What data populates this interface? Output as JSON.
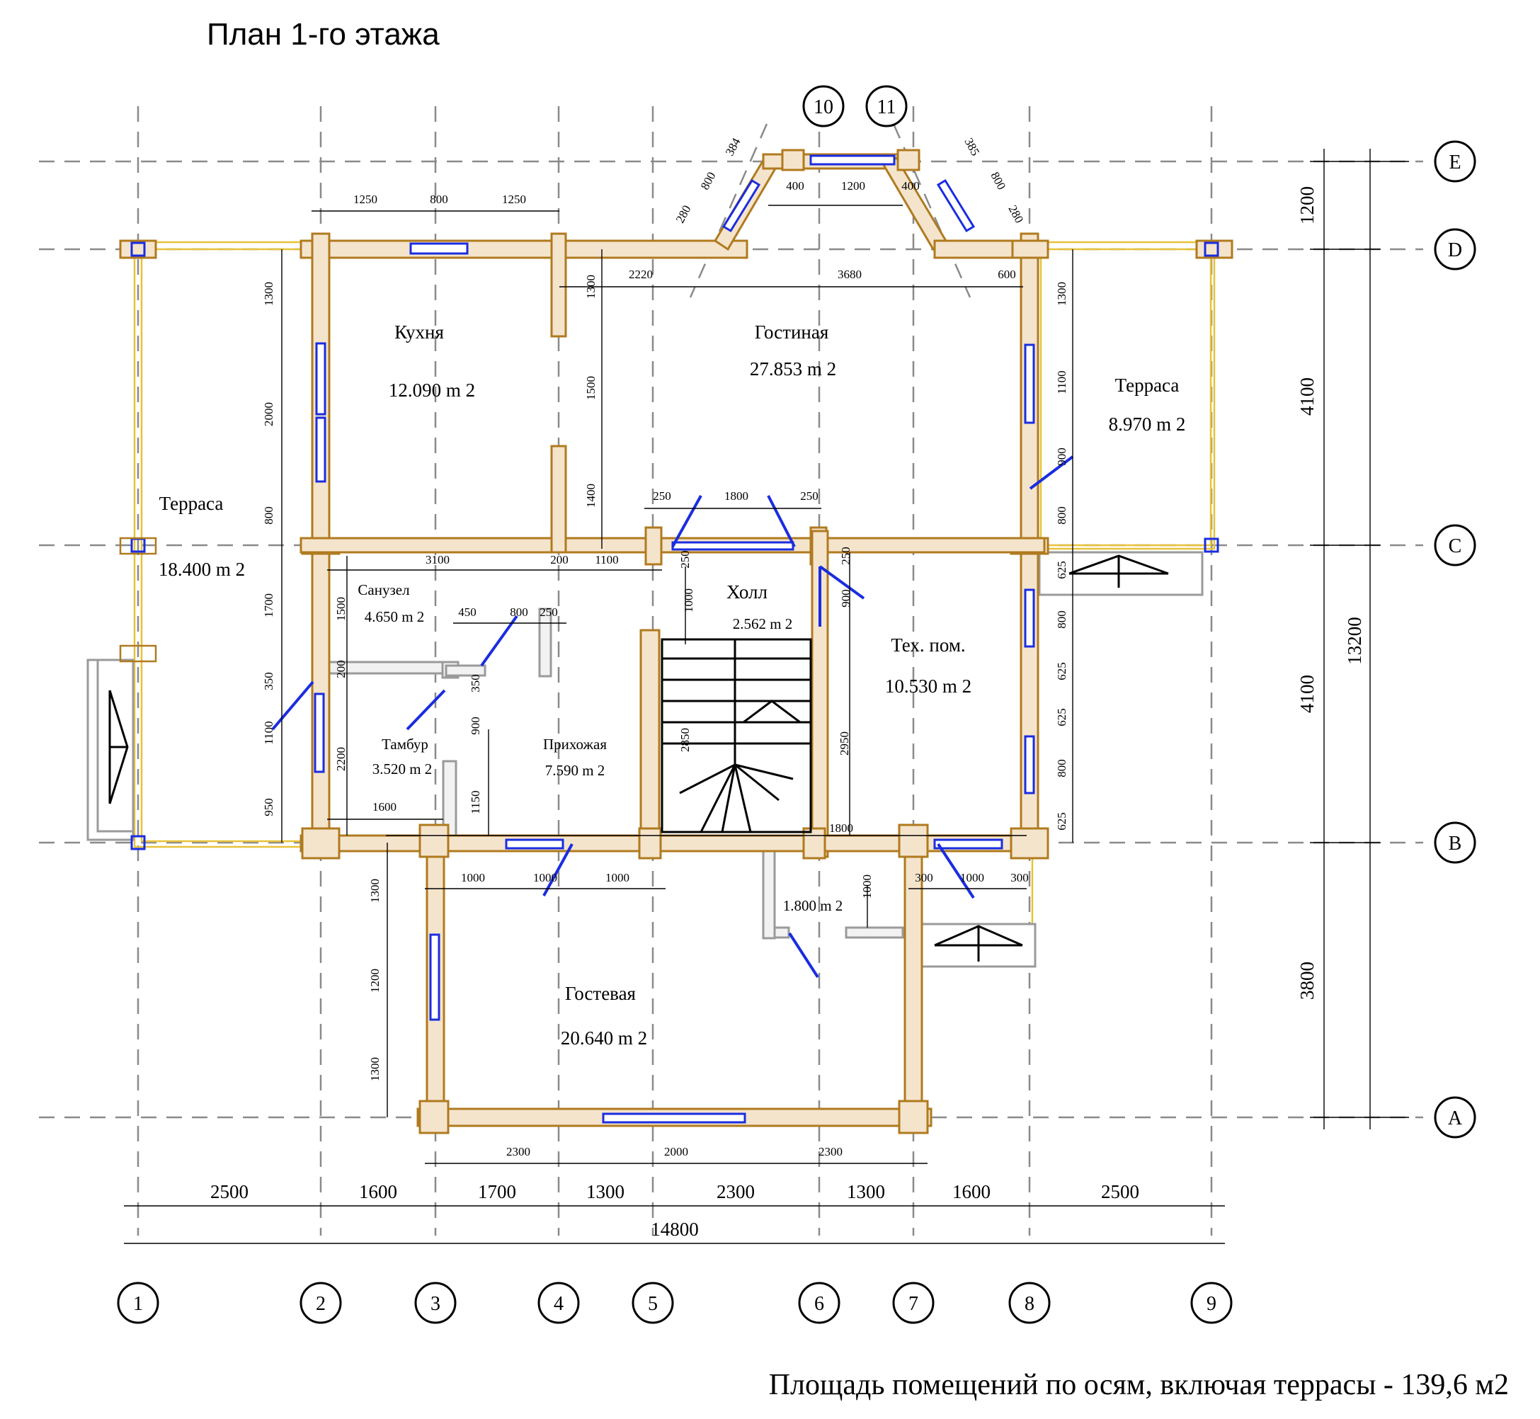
{
  "title": "План 1-го этажа",
  "footer": "Площадь помещений по осям, включая террасы - 139,6 м2",
  "axes": {
    "numbers": [
      "1",
      "2",
      "3",
      "4",
      "5",
      "6",
      "7",
      "8",
      "9",
      "10",
      "11"
    ],
    "letters": [
      "A",
      "B",
      "C",
      "D",
      "E"
    ]
  },
  "rooms": {
    "kitchen": {
      "name": "Кухня",
      "area": "12.090 m 2"
    },
    "living": {
      "name": "Гостиная",
      "area": "27.853 m 2"
    },
    "terrace_left": {
      "name": "Терраса",
      "area": "18.400 m 2"
    },
    "terrace_right": {
      "name": "Терраса",
      "area": "8.970 m 2"
    },
    "bathroom": {
      "name": "Санузел",
      "area": "4.650 m 2"
    },
    "hall": {
      "name": "Холл",
      "area": "2.562 m 2"
    },
    "tech": {
      "name": "Тех. пом.",
      "area": "10.530 m 2"
    },
    "vestibule": {
      "name": "Тамбур",
      "area": "3.520 m 2"
    },
    "entry": {
      "name": "Прихожая",
      "area": "7.590 m 2"
    },
    "closet": {
      "area": "1.800 m 2"
    },
    "guest": {
      "name": "Гостевая",
      "area": "20.640 m 2"
    }
  },
  "dimensions": {
    "bottom_row": [
      "2500",
      "1600",
      "1700",
      "1300",
      "2300",
      "1300",
      "1600",
      "2500"
    ],
    "bottom_total": "14800",
    "right_row": [
      "1200",
      "4100",
      "4100",
      "3800"
    ],
    "right_total": "13200",
    "top_kitchen": [
      "1250",
      "800",
      "1250"
    ],
    "bay": [
      "400",
      "1200",
      "400"
    ],
    "bay_left": [
      "384",
      "800",
      "280"
    ],
    "bay_right": [
      "385",
      "800",
      "280"
    ],
    "living_top": [
      "2220",
      "3680",
      "600"
    ],
    "hall_top": [
      "250",
      "1800",
      "250"
    ],
    "guest_bottom": [
      "2300",
      "2000",
      "2300"
    ],
    "guest_top": [
      "1000",
      "1000",
      "1000"
    ],
    "guest_left": [
      "1300",
      "1200",
      "1300"
    ],
    "bath_row": [
      "450",
      "800",
      "250"
    ],
    "right_wall": [
      "1300",
      "1100",
      "900",
      "800",
      "625",
      "800",
      "625",
      "625",
      "800",
      "625"
    ],
    "left_wall": [
      "1300",
      "2000",
      "800",
      "1700",
      "350",
      "1100",
      "950"
    ],
    "living_left": [
      "1300",
      "1500",
      "1400"
    ],
    "interior": [
      "3100",
      "200",
      "1100",
      "250",
      "1000",
      "900",
      "250",
      "1500",
      "200",
      "350",
      "900",
      "1150",
      "2200",
      "1600",
      "2850",
      "2950",
      "1800",
      "1000",
      "300",
      "1000",
      "300"
    ]
  }
}
